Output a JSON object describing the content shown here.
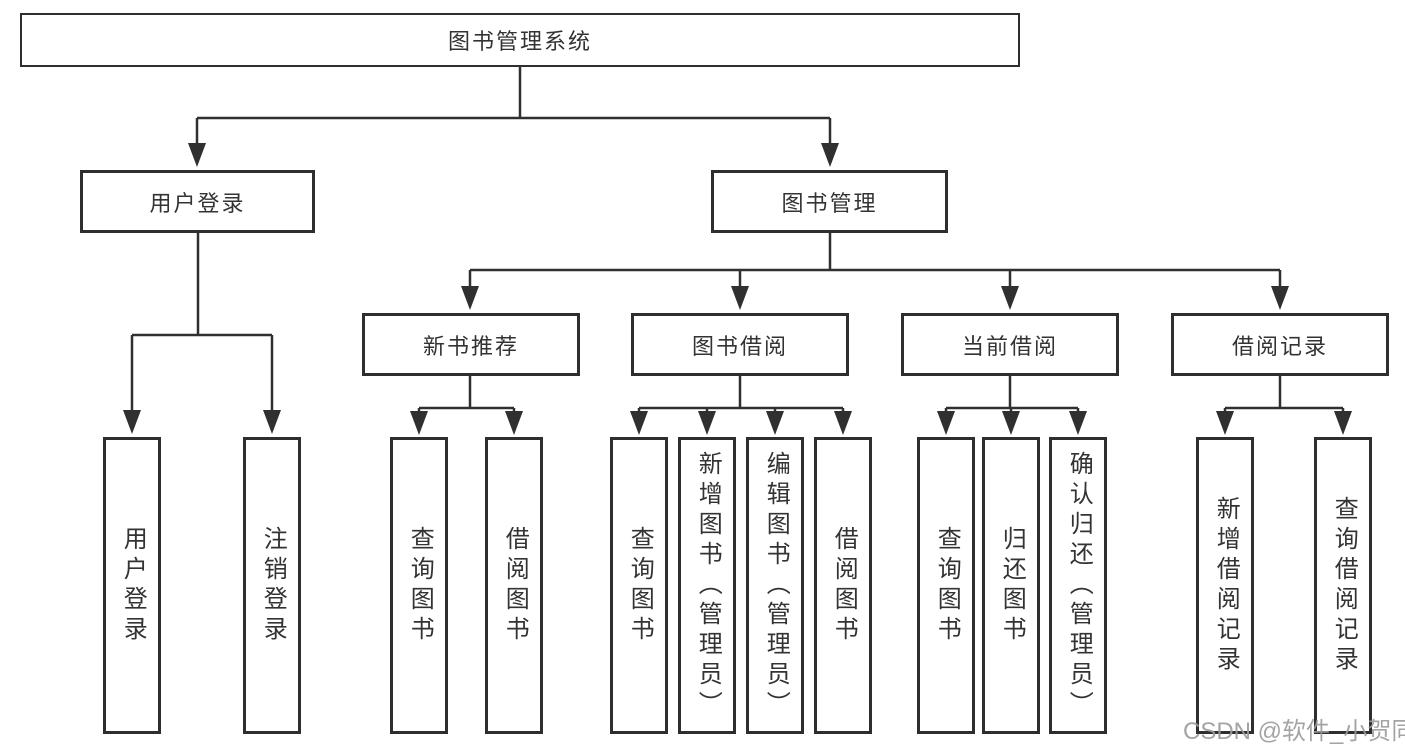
{
  "diagram": {
    "root": {
      "label": "图书管理系统"
    },
    "branches": [
      {
        "label": "用户登录",
        "children": [
          {
            "label": "用户登录"
          },
          {
            "label": "注销登录"
          }
        ]
      },
      {
        "label": "图书管理",
        "children": [
          {
            "label": "新书推荐",
            "children": [
              {
                "label": "查询图书"
              },
              {
                "label": "借阅图书"
              }
            ]
          },
          {
            "label": "图书借阅",
            "children": [
              {
                "label": "查询图书"
              },
              {
                "label": "新增图书（管理员）"
              },
              {
                "label": "编辑图书（管理员）"
              },
              {
                "label": "借阅图书"
              }
            ]
          },
          {
            "label": "当前借阅",
            "children": [
              {
                "label": "查询图书"
              },
              {
                "label": "归还图书"
              },
              {
                "label": "确认归还（管理员）"
              }
            ]
          },
          {
            "label": "借阅记录",
            "children": [
              {
                "label": "新增借阅记录"
              },
              {
                "label": "查询借阅记录"
              }
            ]
          }
        ]
      }
    ]
  },
  "watermark": "CSDN @软件_小贺同学",
  "colors": {
    "line": "#303030",
    "text": "#333333",
    "watermark": "#9b9b9b",
    "background": "#ffffff"
  }
}
